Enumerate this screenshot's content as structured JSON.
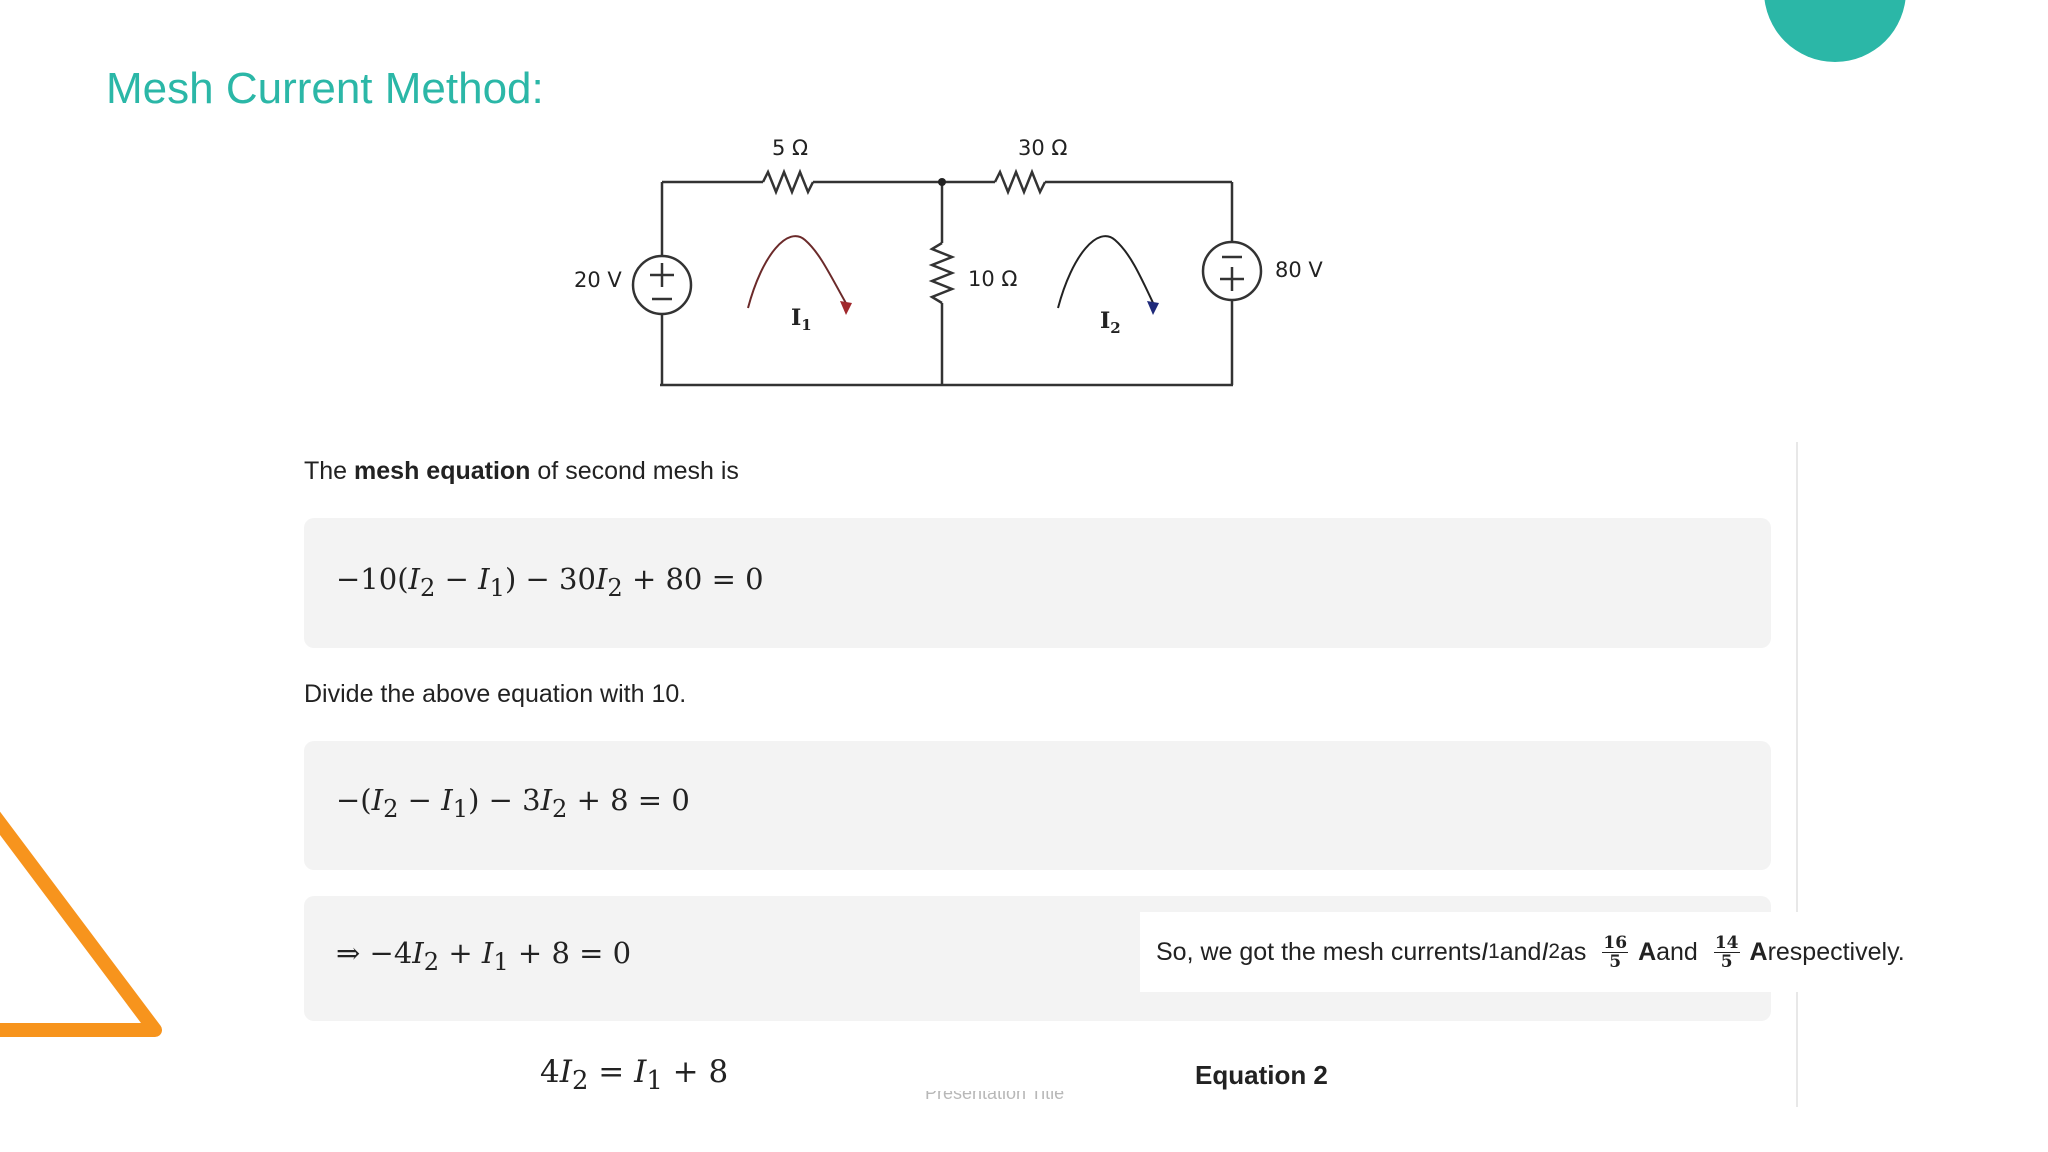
{
  "slide": {
    "title": "Mesh Current Method:",
    "accent_color": "#2bb7a7",
    "triangle_color": "#f7941d",
    "footer_text": "Presentation Title"
  },
  "circuit": {
    "resistors": {
      "r1": "5 Ω",
      "r2": "30 Ω",
      "r3": "10 Ω"
    },
    "sources": {
      "left": "20 V",
      "right": "80 V"
    },
    "mesh_currents": {
      "left": "I",
      "left_sub": "1",
      "right": "I",
      "right_sub": "2"
    },
    "arrow_colors": {
      "left": "#a0282c",
      "right": "#1f2a7a"
    }
  },
  "text": {
    "intro_pre": "The ",
    "intro_bold": "mesh equation",
    "intro_post": " of second mesh is",
    "divide": "Divide the above equation with 10."
  },
  "callout": {
    "pre": "So, we got the mesh currents ",
    "i1": "I",
    "i1_sub": "1",
    "and": " and ",
    "i2": "I",
    "i2_sub": "2",
    "as": " as",
    "frac1_num": "16",
    "frac1_den": "5",
    "unit1": "A",
    "and2": " and",
    "frac2_num": "14",
    "frac2_den": "5",
    "unit2": "A",
    "post": " respectively."
  },
  "equation_label": "Equation 2"
}
